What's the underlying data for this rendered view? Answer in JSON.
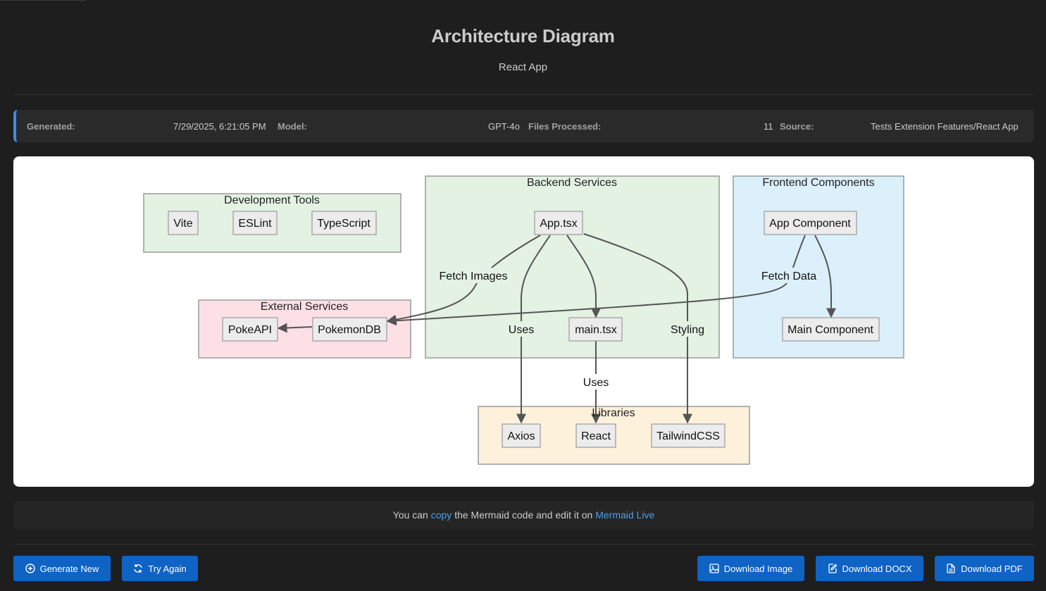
{
  "header": {
    "title": "Architecture Diagram",
    "subtitle": "React App"
  },
  "meta": {
    "generated_label": "Generated:",
    "generated_value": "7/29/2025, 6:21:05 PM",
    "model_label": "Model:",
    "model_value": "GPT-4o",
    "files_label": "Files Processed:",
    "files_value": "11",
    "source_label": "Source:",
    "source_value": "Tests Extension Features/React App"
  },
  "diagram": {
    "groups": {
      "dev_tools": "Development Tools",
      "backend": "Backend Services",
      "frontend": "Frontend Components",
      "external": "External Services",
      "libraries": "Libraries"
    },
    "nodes": {
      "vite": "Vite",
      "eslint": "ESLint",
      "typescript": "TypeScript",
      "app_tsx": "App.tsx",
      "main_tsx": "main.tsx",
      "app_component": "App Component",
      "main_component": "Main Component",
      "pokeapi": "PokeAPI",
      "pokemondb": "PokemonDB",
      "axios": "Axios",
      "react": "React",
      "tailwind": "TailwindCSS"
    },
    "edge_labels": {
      "fetch_images": "Fetch Images",
      "fetch_data": "Fetch Data",
      "uses_axios": "Uses",
      "uses_react": "Uses",
      "styling": "Styling"
    },
    "colors": {
      "green": "#e3f2e2",
      "blue": "#dbf0fb",
      "pink": "#fde0e6",
      "cream": "#fdf1dc",
      "node": "#ececec",
      "border": "#9a9a9a",
      "edge": "#555555"
    }
  },
  "note": {
    "prefix": "You can",
    "copy_link": "copy",
    "middle": "the Mermaid code and edit it on",
    "live_link": "Mermaid Live"
  },
  "actions": {
    "generate_new": "Generate New",
    "try_again": "Try Again",
    "download_image": "Download Image",
    "download_docx": "Download DOCX",
    "download_pdf": "Download PDF"
  },
  "accent_color": "#3b8eea",
  "button_color": "#0e63c4"
}
